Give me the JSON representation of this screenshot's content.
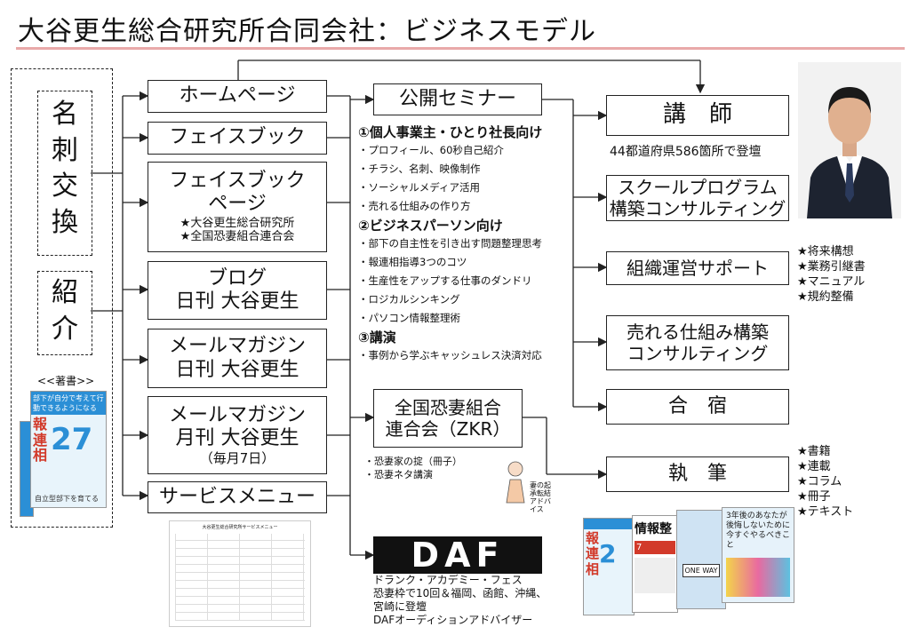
{
  "title": "大谷更生総合研究所合同会社：ビジネスモデル",
  "left": {
    "meishi": [
      "名",
      "刺",
      "交",
      "換"
    ],
    "shokai": [
      "紹",
      "介"
    ],
    "book_label": "<<著書>>",
    "book_cover": {
      "number": "27",
      "chars": [
        "報",
        "連",
        "相"
      ],
      "tagline": "部下が自分で考えて行動できるようになる",
      "bottom": "自立型部下を育てる"
    }
  },
  "channels": {
    "homepage": "ホームページ",
    "facebook": "フェイスブック",
    "fb_page_title": "フェイスブック",
    "fb_page_title2": "ページ",
    "fb_page_sub1": "★大谷更生総合研究所",
    "fb_page_sub2": "★全国恐妻組合連合会",
    "blog_1": "ブログ",
    "blog_2": "日刊 大谷更生",
    "mm_daily_1": "メールマガジン",
    "mm_daily_2": "日刊 大谷更生",
    "mm_monthly_1": "メールマガジン",
    "mm_monthly_2": "月刊 大谷更生",
    "mm_monthly_3": "（毎月7日）",
    "service_menu": "サービスメニュー",
    "service_doc_title": "大谷更生総合研究所サービスメニュー"
  },
  "seminar": {
    "title": "公開セミナー",
    "s1_head": "①個人事業主・ひとり社長向け",
    "s1_items": [
      "・プロフィール、60秒自己紹介",
      "・チラシ、名刺、映像制作",
      "・ソーシャルメディア活用",
      "・売れる仕組みの作り方"
    ],
    "s2_head": "②ビジネスパーソン向け",
    "s2_items": [
      "・部下の自主性を引き出す問題整理思考",
      "・報連相指導3つのコツ",
      "・生産性をアップする仕事のダンドリ",
      "・ロジカルシンキング",
      "・パソコン情報整理術"
    ],
    "s3_head": "③講演",
    "s3_items": [
      "・事例から学ぶキャッシュレス決済対応"
    ]
  },
  "zkr": {
    "line1": "全国恐妻組合",
    "line2": "連合会（ZKR）",
    "notes": [
      "・恐妻家の掟（冊子）",
      "・恐妻ネタ講演"
    ],
    "figure_caption": "妻の起承転結アドバイス"
  },
  "daf": {
    "logo": "DAF",
    "lines": [
      "ドランク・アカデミー・フェス",
      "恐妻枠で10回＆福岡、函館、沖縄、",
      "宮崎に登壇",
      "DAFオーディションアドバイザー"
    ]
  },
  "right": {
    "lecturer": "講　師",
    "lecturer_note": "44都道府県586箇所で登壇",
    "school_1": "スクールプログラム",
    "school_2": "構築コンサルティング",
    "org": "組織運営サポート",
    "org_notes": [
      "★将来構想",
      "★業務引継書",
      "★マニュアル",
      "★規約整備"
    ],
    "urerushikumi_1": "売れる仕組み構築",
    "urerushikumi_2": "コンサルティング",
    "gasshuku": "合　宿",
    "shippitsu": "執　筆",
    "writing_notes": [
      "★書籍",
      "★連載",
      "★コラム",
      "★冊子",
      "★テキスト"
    ]
  },
  "books": [
    {
      "chars": [
        "報",
        "連",
        "相"
      ],
      "number": "2"
    },
    {
      "text": "情報整",
      "sub": "7"
    },
    {
      "text": "ONE WAY"
    },
    {
      "text": "3年後のあなたが後悔しないために今すぐやるべきこと"
    }
  ],
  "colors": {
    "title_rule": "#e9a9a9",
    "book_blue": "#2b8fd6",
    "book_red": "#d23a2a",
    "daf_black": "#111111"
  }
}
